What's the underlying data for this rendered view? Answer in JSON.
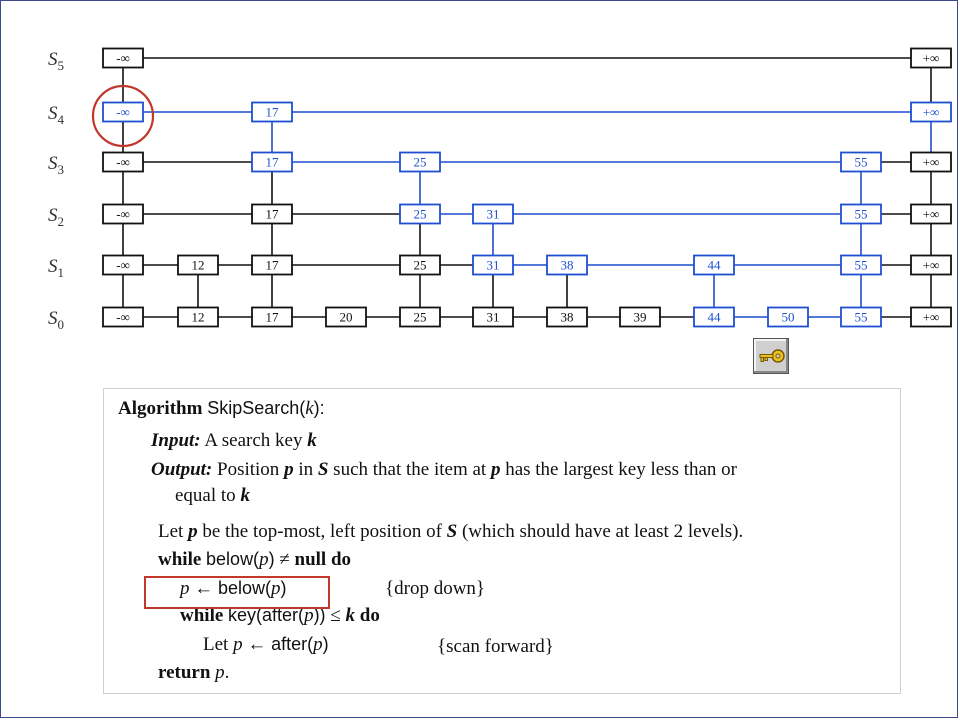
{
  "diagram": {
    "levels": [
      {
        "label": "S",
        "sub": "5",
        "keys": [
          "-∞",
          "+∞"
        ]
      },
      {
        "label": "S",
        "sub": "4",
        "keys": [
          "-∞",
          "17",
          "+∞"
        ]
      },
      {
        "label": "S",
        "sub": "3",
        "keys": [
          "-∞",
          "17",
          "25",
          "55",
          "+∞"
        ]
      },
      {
        "label": "S",
        "sub": "2",
        "keys": [
          "-∞",
          "17",
          "25",
          "31",
          "55",
          "+∞"
        ]
      },
      {
        "label": "S",
        "sub": "1",
        "keys": [
          "-∞",
          "12",
          "17",
          "25",
          "31",
          "38",
          "44",
          "55",
          "+∞"
        ]
      },
      {
        "label": "S",
        "sub": "0",
        "keys": [
          "-∞",
          "12",
          "17",
          "20",
          "25",
          "31",
          "38",
          "39",
          "44",
          "50",
          "55",
          "+∞"
        ]
      }
    ],
    "colors": {
      "search_path": "#1f4fd1",
      "normal": "#111111",
      "highlight": "#c0392b"
    },
    "key_button_icon": "key-icon"
  },
  "algorithm": {
    "l1": {
      "kw": "Algorithm",
      "name": "SkipSearch(",
      "arg": "k",
      "end": "):"
    },
    "l2": {
      "kw": "Input:",
      "text": "A search key",
      "var": "k"
    },
    "l3": {
      "kw": "Output:",
      "t1": "Position",
      "v1": "p",
      "t2": "in",
      "v2": "S",
      "t3": "such that the item at",
      "v3": "p",
      "t4": "has the largest key less than or"
    },
    "l4": {
      "text": "equal to",
      "var": "k"
    },
    "l5": {
      "t1": "Let",
      "v1": "p",
      "t2": "be the top-most, left position of",
      "v2": "S",
      "t3": "(which should have at least 2 levels)."
    },
    "l6": {
      "kw1": "while",
      "fn": "below(",
      "v": "p",
      "close": ")",
      "ne": "≠",
      "kw2": "null",
      "kw3": "do"
    },
    "l7": {
      "v": "p",
      "arrow": "←",
      "fn": "below(",
      "v2": "p",
      "close": ")",
      "comment": "{drop down}"
    },
    "l8": {
      "kw1": "while",
      "fn1": "key(after(",
      "v": "p",
      "close": "))",
      "le": "≤",
      "v2": "k",
      "kw2": "do"
    },
    "l9": {
      "t1": "Let",
      "v": "p",
      "arrow": "←",
      "fn": "after(",
      "v2": "p",
      "close": ")",
      "comment": "{scan forward}"
    },
    "l10": {
      "kw": "return",
      "v": "p",
      "end": "."
    }
  }
}
